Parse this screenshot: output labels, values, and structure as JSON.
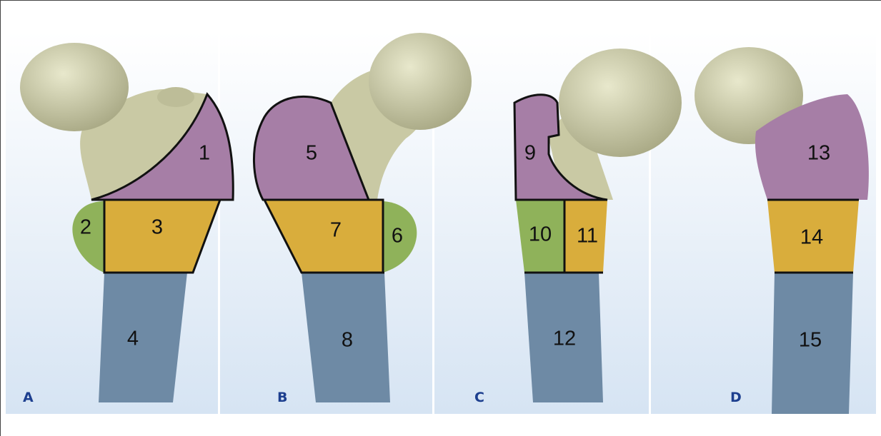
{
  "panels": [
    {
      "letter": "A",
      "segments": [
        "1",
        "2",
        "3",
        "4"
      ]
    },
    {
      "letter": "B",
      "segments": [
        "5",
        "6",
        "7",
        "8"
      ]
    },
    {
      "letter": "C",
      "segments": [
        "9",
        "10",
        "11",
        "12"
      ]
    },
    {
      "letter": "D",
      "segments": [
        "13",
        "14",
        "15"
      ]
    }
  ],
  "colors": {
    "bone": "#cfcfaa",
    "trochanter": "#a67ea6",
    "lesser_trochanter": "#8fb25a",
    "intertrochanteric": "#d9ad3c",
    "shaft": "#6e8aa5",
    "outline": "#111111",
    "background_top": "#ffffff",
    "background_bottom": "#d6e4f3"
  }
}
